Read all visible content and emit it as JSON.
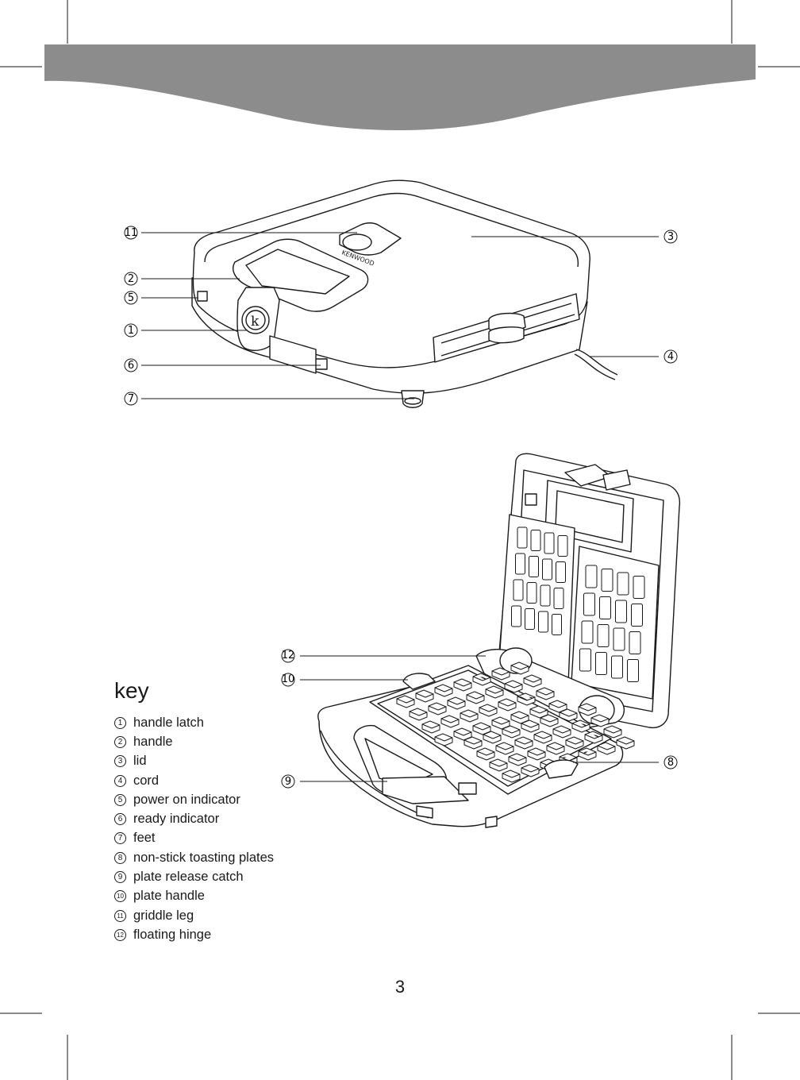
{
  "brand": "KENWOOD",
  "emblem_letter": "k",
  "key": {
    "title": "key",
    "items": [
      {
        "num": "1",
        "label": "handle latch"
      },
      {
        "num": "2",
        "label": "handle"
      },
      {
        "num": "3",
        "label": "lid"
      },
      {
        "num": "4",
        "label": "cord"
      },
      {
        "num": "5",
        "label": "power on indicator"
      },
      {
        "num": "6",
        "label": "ready indicator"
      },
      {
        "num": "7",
        "label": "feet"
      },
      {
        "num": "8",
        "label": "non-stick toasting plates"
      },
      {
        "num": "9",
        "label": "plate release catch"
      },
      {
        "num": "10",
        "label": "plate handle"
      },
      {
        "num": "11",
        "label": "griddle leg"
      },
      {
        "num": "12",
        "label": "floating hinge"
      }
    ]
  },
  "callouts_top": [
    "11",
    "2",
    "5",
    "1",
    "6",
    "7",
    "3",
    "4"
  ],
  "callouts_bottom": [
    "12",
    "10",
    "9",
    "8"
  ],
  "page_number": "3",
  "colors": {
    "banner": "#8c8c8c",
    "line": "#1a1a1a"
  }
}
